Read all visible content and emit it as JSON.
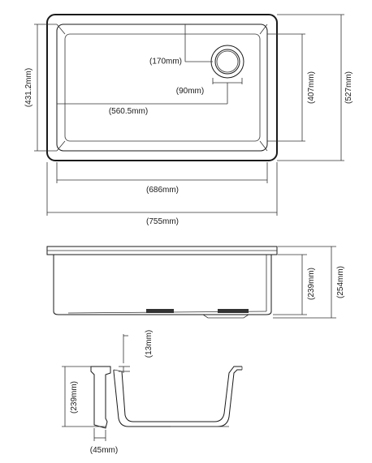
{
  "top_view": {
    "width_outer": "(755mm)",
    "width_inner": "(686mm)",
    "height_outer": "(527mm)",
    "height_inner": "(407mm)",
    "height_left": "(431.2mm)",
    "drain_offset_y": "(170mm)",
    "drain_diameter": "(90mm)",
    "drain_offset_x": "(560.5mm)"
  },
  "front_view": {
    "height_inner": "(239mm)",
    "height_outer": "(254mm)"
  },
  "section_view": {
    "lip_thickness": "(13mm)",
    "depth": "(239mm)",
    "lip_width": "(45mm)"
  }
}
